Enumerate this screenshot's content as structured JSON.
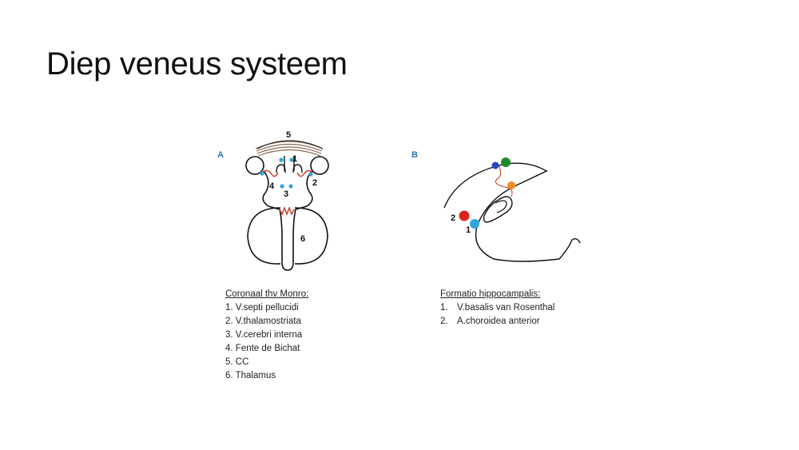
{
  "slide": {
    "title": "Diep veneus systeem"
  },
  "panel_a": {
    "letter": "A",
    "numbers": [
      "5",
      "1",
      "4",
      "3",
      "2",
      "6"
    ],
    "legend_title": "Coronaal thv Monro:",
    "items": [
      {
        "num": "1.",
        "text": "V.septi pellucidi"
      },
      {
        "num": "2.",
        "text": "V.thalamostriata"
      },
      {
        "num": "3.",
        "text": "V.cerebri interna"
      },
      {
        "num": "4.",
        "text": "Fente de Bichat"
      },
      {
        "num": "5.",
        "text": "CC"
      },
      {
        "num": "6.",
        "text": "Thalamus"
      }
    ]
  },
  "panel_b": {
    "letter": "B",
    "numbers": [
      "2",
      "1"
    ],
    "legend_title": "Formatio hippocampalis:",
    "items": [
      {
        "num": "1.",
        "text": "V.basalis van Rosenthal"
      },
      {
        "num": "2.",
        "text": "A.choroidea anterior"
      }
    ]
  },
  "colors": {
    "vein_blue": "#2ea6dc",
    "artery_red": "#d8261c",
    "dark_blue": "#2a45c4",
    "green": "#1f8a2e",
    "orange": "#f08a22",
    "plexus_red": "#c0392b",
    "cc_brown": "#8a6a55",
    "outline": "#111111",
    "panel_letter": "#2a75b8"
  }
}
